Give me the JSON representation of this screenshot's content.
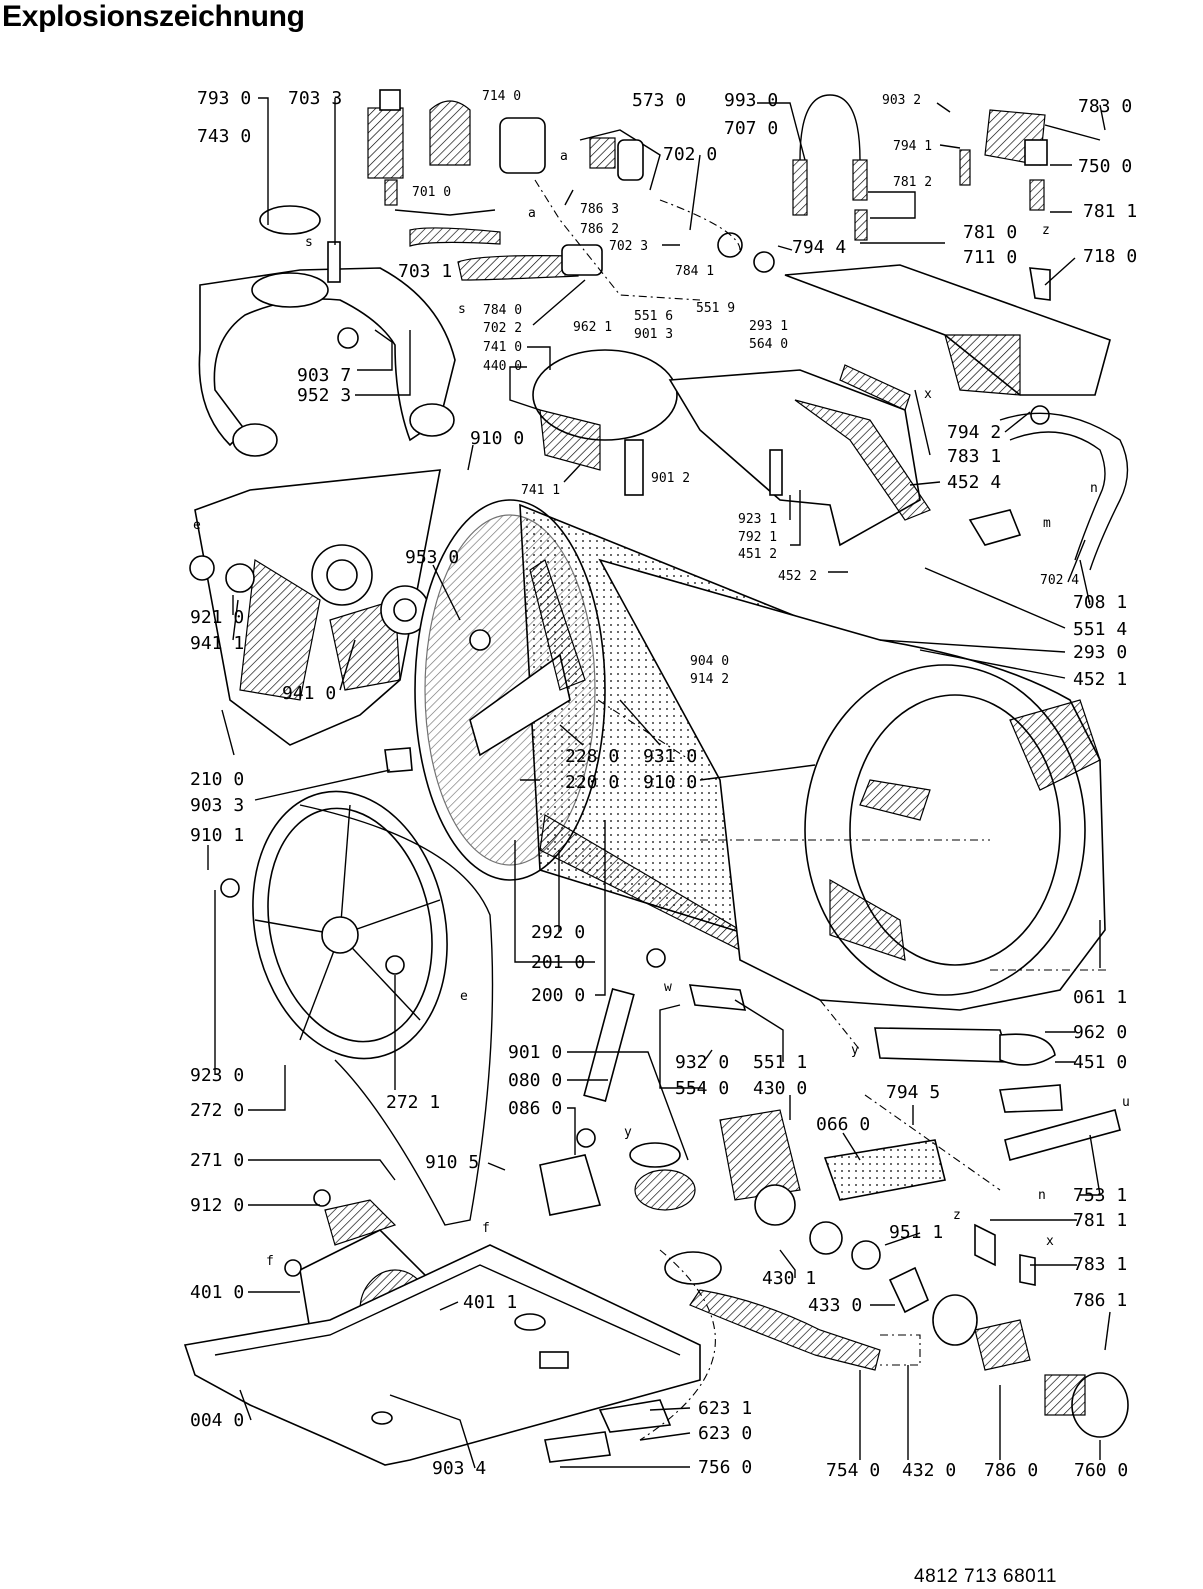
{
  "page": {
    "title": "Explosionszeichnung",
    "document_number": "4812  713  68011"
  },
  "part_labels": [
    {
      "id": "l1",
      "text": "793 0"
    },
    {
      "id": "l2",
      "text": "703 3"
    },
    {
      "id": "l3",
      "text": "714 0"
    },
    {
      "id": "l4",
      "text": "573 0"
    },
    {
      "id": "l5",
      "text": "993 0"
    },
    {
      "id": "l6",
      "text": "707 0"
    },
    {
      "id": "l7",
      "text": "903 2"
    },
    {
      "id": "l8",
      "text": "783 0"
    },
    {
      "id": "l9",
      "text": "743 0"
    },
    {
      "id": "l10",
      "text": "702 0"
    },
    {
      "id": "l11",
      "text": "794 1"
    },
    {
      "id": "l12",
      "text": "750 0"
    },
    {
      "id": "l13",
      "text": "781 2"
    },
    {
      "id": "l14",
      "text": "781 1"
    },
    {
      "id": "l15",
      "text": "701 0"
    },
    {
      "id": "l16",
      "text": "786 3"
    },
    {
      "id": "l17",
      "text": "786 2"
    },
    {
      "id": "l18",
      "text": "781 0"
    },
    {
      "id": "l19",
      "text": "711 0"
    },
    {
      "id": "l20",
      "text": "718 0"
    },
    {
      "id": "l21",
      "text": "702 3"
    },
    {
      "id": "l22",
      "text": "794 4"
    },
    {
      "id": "l23",
      "text": "703 1"
    },
    {
      "id": "l24",
      "text": "784 1"
    },
    {
      "id": "l25",
      "text": "784 0"
    },
    {
      "id": "l26",
      "text": "702 2"
    },
    {
      "id": "l27",
      "text": "551 6"
    },
    {
      "id": "l28",
      "text": "551 9"
    },
    {
      "id": "l29",
      "text": "293 1"
    },
    {
      "id": "l30",
      "text": "962 1"
    },
    {
      "id": "l31",
      "text": "901 3"
    },
    {
      "id": "l32",
      "text": "564 0"
    },
    {
      "id": "l33",
      "text": "741 0"
    },
    {
      "id": "l34",
      "text": "440 0"
    },
    {
      "id": "l35",
      "text": "903 7"
    },
    {
      "id": "l36",
      "text": "952 3"
    },
    {
      "id": "l37",
      "text": "794 2"
    },
    {
      "id": "l38",
      "text": "783 1"
    },
    {
      "id": "l39",
      "text": "452 4"
    },
    {
      "id": "l40",
      "text": "910 0"
    },
    {
      "id": "l41",
      "text": "741 1"
    },
    {
      "id": "l42",
      "text": "901 2"
    },
    {
      "id": "l43",
      "text": "923 1"
    },
    {
      "id": "l44",
      "text": "792 1"
    },
    {
      "id": "l45",
      "text": "451 2"
    },
    {
      "id": "l46",
      "text": "452 2"
    },
    {
      "id": "l47",
      "text": "702 4"
    },
    {
      "id": "l48",
      "text": "708 1"
    },
    {
      "id": "l49",
      "text": "953 0"
    },
    {
      "id": "l50",
      "text": "921 0"
    },
    {
      "id": "l51",
      "text": "941 1"
    },
    {
      "id": "l52",
      "text": "551 4"
    },
    {
      "id": "l53",
      "text": "904 0"
    },
    {
      "id": "l54",
      "text": "914 2"
    },
    {
      "id": "l55",
      "text": "293 0"
    },
    {
      "id": "l56",
      "text": "452 1"
    },
    {
      "id": "l57",
      "text": "941 0"
    },
    {
      "id": "l58",
      "text": "228 0"
    },
    {
      "id": "l59",
      "text": "931 0"
    },
    {
      "id": "l60",
      "text": "220 0"
    },
    {
      "id": "l61",
      "text": "910 0"
    },
    {
      "id": "l62",
      "text": "210 0"
    },
    {
      "id": "l63",
      "text": "903 3"
    },
    {
      "id": "l64",
      "text": "910 1"
    },
    {
      "id": "l65",
      "text": "292 0"
    },
    {
      "id": "l66",
      "text": "201 0"
    },
    {
      "id": "l67",
      "text": "200 0"
    },
    {
      "id": "l68",
      "text": "061 1"
    },
    {
      "id": "l69",
      "text": "962 0"
    },
    {
      "id": "l70",
      "text": "451 0"
    },
    {
      "id": "l71",
      "text": "901 0"
    },
    {
      "id": "l72",
      "text": "932 0"
    },
    {
      "id": "l73",
      "text": "551 1"
    },
    {
      "id": "l74",
      "text": "080 0"
    },
    {
      "id": "l75",
      "text": "554 0"
    },
    {
      "id": "l76",
      "text": "430 0"
    },
    {
      "id": "l77",
      "text": "923 0"
    },
    {
      "id": "l78",
      "text": "272 1"
    },
    {
      "id": "l79",
      "text": "794 5"
    },
    {
      "id": "l80",
      "text": "086 0"
    },
    {
      "id": "l81",
      "text": "272 0"
    },
    {
      "id": "l82",
      "text": "066 0"
    },
    {
      "id": "l83",
      "text": "753 1"
    },
    {
      "id": "l84",
      "text": "271 0"
    },
    {
      "id": "l85",
      "text": "910 5"
    },
    {
      "id": "l86",
      "text": "951 1"
    },
    {
      "id": "l87",
      "text": "781 1"
    },
    {
      "id": "l88",
      "text": "912 0"
    },
    {
      "id": "l89",
      "text": "430 1"
    },
    {
      "id": "l90",
      "text": "783 1"
    },
    {
      "id": "l91",
      "text": "401 0"
    },
    {
      "id": "l92",
      "text": "401 1"
    },
    {
      "id": "l93",
      "text": "433 0"
    },
    {
      "id": "l94",
      "text": "786 1"
    },
    {
      "id": "l95",
      "text": "004 0"
    },
    {
      "id": "l96",
      "text": "623 1"
    },
    {
      "id": "l97",
      "text": "623 0"
    },
    {
      "id": "l98",
      "text": "903 4"
    },
    {
      "id": "l99",
      "text": "756 0"
    },
    {
      "id": "l100",
      "text": "754 0"
    },
    {
      "id": "l101",
      "text": "432 0"
    },
    {
      "id": "l102",
      "text": "786 0"
    },
    {
      "id": "l103",
      "text": "760 0"
    }
  ],
  "letter_markers": [
    {
      "id": "m1",
      "text": "a"
    },
    {
      "id": "m2",
      "text": "a"
    },
    {
      "id": "m3",
      "text": "s"
    },
    {
      "id": "m4",
      "text": "s"
    },
    {
      "id": "m5",
      "text": "z"
    },
    {
      "id": "m6",
      "text": "x"
    },
    {
      "id": "m7",
      "text": "e"
    },
    {
      "id": "m8",
      "text": "n"
    },
    {
      "id": "m9",
      "text": "m"
    },
    {
      "id": "m10",
      "text": "e"
    },
    {
      "id": "m11",
      "text": "y"
    },
    {
      "id": "m12",
      "text": "w"
    },
    {
      "id": "m13",
      "text": "y"
    },
    {
      "id": "m14",
      "text": "u"
    },
    {
      "id": "m15",
      "text": "n"
    },
    {
      "id": "m16",
      "text": "z"
    },
    {
      "id": "m17",
      "text": "x"
    },
    {
      "id": "m18",
      "text": "f"
    },
    {
      "id": "m19",
      "text": "f"
    }
  ]
}
